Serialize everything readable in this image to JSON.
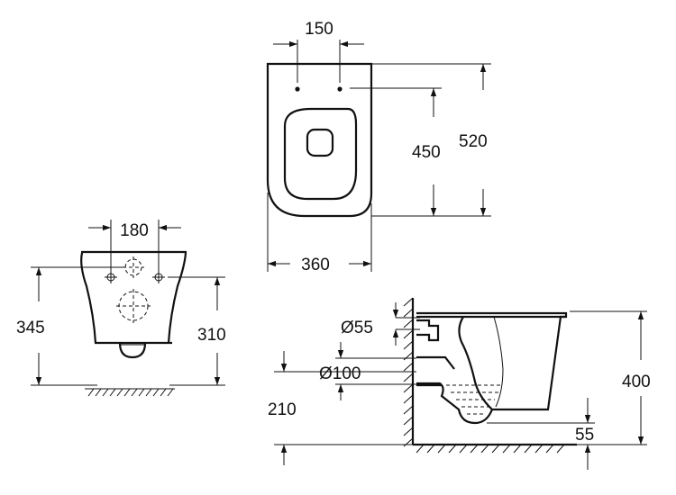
{
  "colors": {
    "line": "#111111",
    "background": "#ffffff"
  },
  "dimensions": {
    "top_width_holes": "150",
    "top_length_total": "520",
    "top_length_inner": "450",
    "top_width_total": "360",
    "front_holes_spacing": "180",
    "front_height_left": "345",
    "front_height_right": "310",
    "side_inlet_diameter": "Ø55",
    "side_outlet_diameter": "Ø100",
    "side_outlet_height": "210",
    "side_total_height": "400",
    "side_bottom_offset": "55"
  }
}
